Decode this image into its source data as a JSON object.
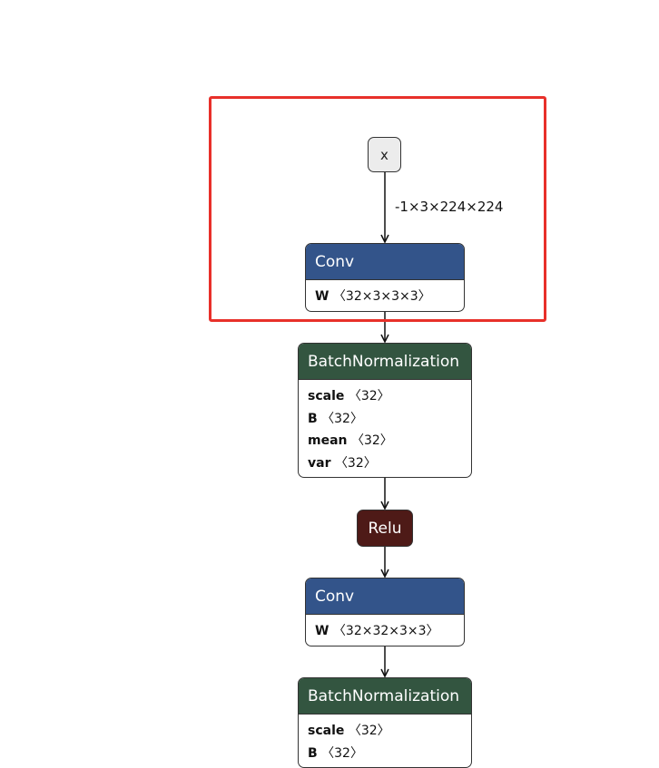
{
  "graph": {
    "input": {
      "label": "x",
      "edge_label": "-1×3×224×224"
    },
    "conv1": {
      "title": "Conv",
      "attrs": [
        {
          "name": "W",
          "shape": "〈32×3×3×3〉"
        }
      ]
    },
    "bn1": {
      "title": "BatchNormalization",
      "attrs": [
        {
          "name": "scale",
          "shape": "〈32〉"
        },
        {
          "name": "B",
          "shape": "〈32〉"
        },
        {
          "name": "mean",
          "shape": "〈32〉"
        },
        {
          "name": "var",
          "shape": "〈32〉"
        }
      ]
    },
    "relu": {
      "title": "Relu"
    },
    "conv2": {
      "title": "Conv",
      "attrs": [
        {
          "name": "W",
          "shape": "〈32×32×3×3〉"
        }
      ]
    },
    "bn2": {
      "title": "BatchNormalization",
      "attrs": [
        {
          "name": "scale",
          "shape": "〈32〉"
        },
        {
          "name": "B",
          "shape": "〈32〉"
        }
      ]
    }
  },
  "colors": {
    "highlight": "#e8302a",
    "conv_header": "#33548a",
    "bn_header": "#335540",
    "relu": "#4e1a17",
    "input": "#ececec"
  }
}
